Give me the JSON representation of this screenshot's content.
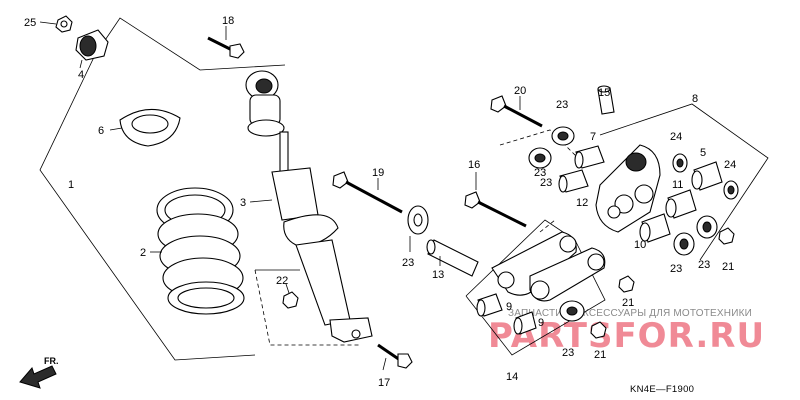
{
  "diagram": {
    "code": "KN4E—F1900",
    "front_arrow_label": "FR.",
    "watermark": {
      "top_text": "ЗАПЧАСТИ И АКСЕССУАРЫ ДЛЯ МОТОТЕХНИКИ",
      "brand": "PARTSFOR.RU",
      "color": "#f08a96"
    },
    "labels": {
      "l1": "1",
      "l2": "2",
      "l3": "3",
      "l4": "4",
      "l5": "5",
      "l6": "6",
      "l7": "7",
      "l8": "8",
      "l9a": "9",
      "l9b": "9",
      "l10": "10",
      "l11": "11",
      "l12": "12",
      "l13": "13",
      "l14": "14",
      "l15": "15",
      "l16": "16",
      "l17": "17",
      "l18": "18",
      "l19": "19",
      "l20": "20",
      "l21a": "21",
      "l21b": "21",
      "l21c": "21",
      "l22": "22",
      "l23a": "23",
      "l23b": "23",
      "l23c": "23",
      "l23d": "23",
      "l23e": "23",
      "l23f": "23",
      "l23g": "23",
      "l24a": "24",
      "l24b": "24",
      "l25": "25"
    }
  }
}
